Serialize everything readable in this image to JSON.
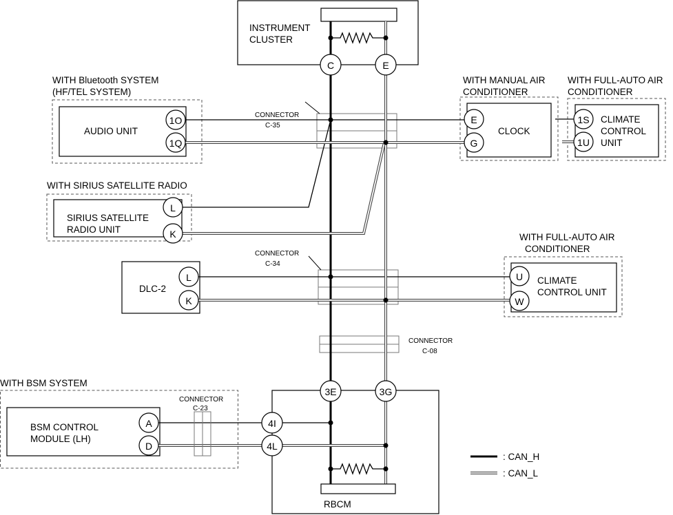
{
  "legend": {
    "can_h": ": CAN_H",
    "can_l": ": CAN_L"
  },
  "instrument_cluster": {
    "label1": "INSTRUMENT",
    "label2": "CLUSTER",
    "pins": [
      "C",
      "E"
    ]
  },
  "audio": {
    "group1": "WITH Bluetooth SYSTEM",
    "group2": "(HF/TEL SYSTEM)",
    "label": "AUDIO UNIT",
    "pins": [
      "1O",
      "1Q"
    ]
  },
  "clock": {
    "group1": "WITH MANUAL AIR",
    "group2": "CONDITIONER",
    "label": "CLOCK",
    "pins": [
      "E",
      "G"
    ]
  },
  "climate_top": {
    "group1": "WITH FULL-AUTO AIR",
    "group2": "CONDITIONER",
    "label1": "CLIMATE",
    "label2": "CONTROL",
    "label3": "UNIT",
    "pins": [
      "1S",
      "1U"
    ]
  },
  "sirius": {
    "group": "WITH SIRIUS SATELLITE RADIO",
    "label1": "SIRIUS SATELLITE",
    "label2": "RADIO UNIT",
    "pins": [
      "L",
      "K"
    ]
  },
  "dlc": {
    "label": "DLC-2",
    "pins": [
      "L",
      "K"
    ]
  },
  "climate_mid": {
    "group1": "WITH FULL-AUTO AIR",
    "group2": "CONDITIONER",
    "label1": "CLIMATE",
    "label2": "CONTROL UNIT",
    "pins": [
      "U",
      "W"
    ]
  },
  "bsm": {
    "group": "WITH BSM SYSTEM",
    "label1": "BSM CONTROL",
    "label2": "MODULE (LH)",
    "pins": [
      "A",
      "D"
    ]
  },
  "rbcm": {
    "label": "RBCM",
    "pins": [
      "3E",
      "3G",
      "4I",
      "4L"
    ]
  },
  "connectors": {
    "c35": {
      "word": "CONNECTOR",
      "id": "C-35"
    },
    "c34": {
      "word": "CONNECTOR",
      "id": "C-34"
    },
    "c08": {
      "word": "CONNECTOR",
      "id": "C-08"
    },
    "c23": {
      "word": "CONNECTOR",
      "id": "C-23"
    }
  },
  "colors": {
    "wire": "#000000",
    "dashed_outline": "#555555"
  }
}
